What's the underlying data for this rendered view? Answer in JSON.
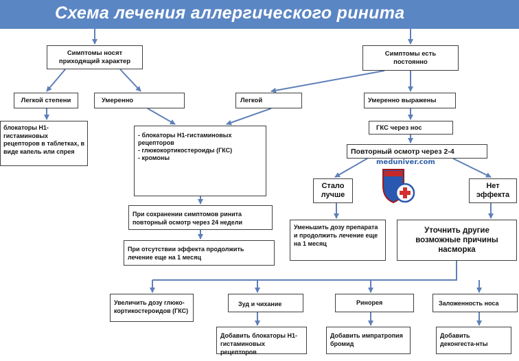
{
  "title": "Схема лечения аллергического ринита",
  "logo_text": "meduniver.com",
  "nodes": {
    "transient": "Симптомы носят приходящий характер",
    "constant": "Симптомы есть постоянно",
    "mild_left": "Легкой степени",
    "moderate_left": "Умеренно",
    "mild_right": "Легкой",
    "moderate_right": "Умеренно выражены",
    "blockers_tablets": "блокаторы Н1-гистаминовых рецепторов в таблетках, в виде капель или спрея",
    "treatment_list": "- блокаторы Н1-гистаминовых рецепторов\n- глюкокортикостероиды (ГКС)\n- кромоны",
    "gks_nose": "ГКС через нос",
    "repeat_exam": "Повторный осмотр через 2-4",
    "better": "Стало лучше",
    "no_effect": "Нет эффекта",
    "repeat_24": "При сохранении симптомов ринита повторный осмотр через 24 недели",
    "no_effect_continue": "При отсутствии эффекта продолжить лечение еще на 1 месяц",
    "reduce_dose": "Уменьшить дозу препарата и продолжить лечение еще на 1 месяц",
    "clarify": "Уточнить другие возможные причины насморка",
    "increase_gks": "Увеличить дозу глюко-кортикостероидов (ГКС)",
    "itch_sneeze": "Зуд и чихание",
    "rhinorrhea": "Ринорея",
    "congestion": "Заложенность носа",
    "add_blockers": "Добавить блокаторы Н1-гистаминовых рецепторов",
    "add_ipratropium": "Добавить импратропия бромид",
    "add_decongestants": "Добавить деконгеста-нты"
  },
  "colors": {
    "title_bar": "#5b86c4",
    "arrows": "#5e7fb8",
    "box_border": "#3f3f3f"
  }
}
